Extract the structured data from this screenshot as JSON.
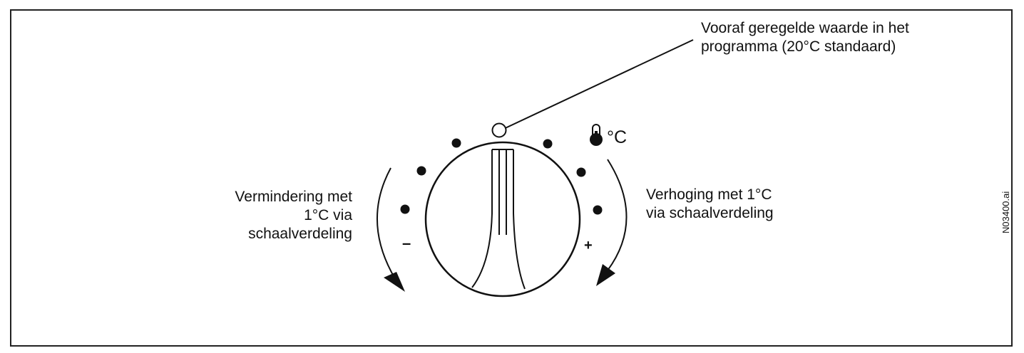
{
  "labels": {
    "preset_line1": "Vooraf geregelde waarde in het",
    "preset_line2": "programma (20°C standaard)",
    "decrease_line1": "Vermindering met",
    "decrease_line2": "1°C via",
    "decrease_line3": "schaalverdeling",
    "increase_line1": "Verhoging met 1°C",
    "increase_line2": "via schaalverdeling",
    "unit": "°C",
    "minus": "–",
    "plus": "+",
    "file_id": "N03400.ai"
  },
  "icons": {
    "thermometer": "thermometer-icon",
    "decrease_arrow": "curved-arrow-left-icon",
    "increase_arrow": "curved-arrow-right-icon"
  },
  "colors": {
    "ink": "#111111",
    "background": "#ffffff"
  }
}
